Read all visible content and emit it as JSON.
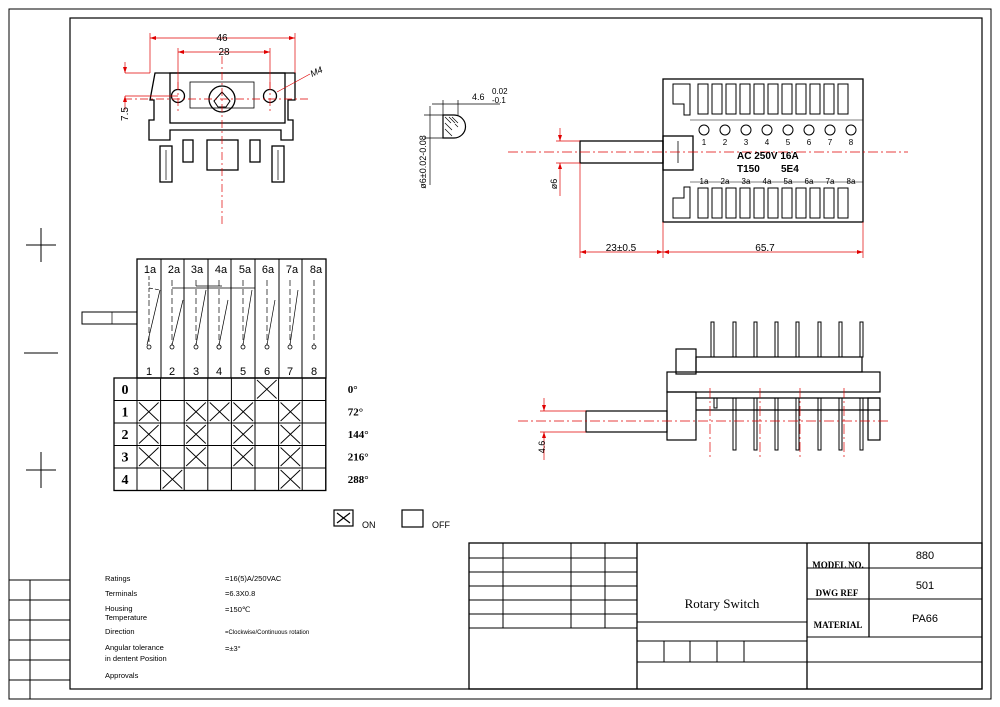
{
  "dims": {
    "width_46": "46",
    "width_28": "28",
    "height_7_5": "7.5",
    "thread_m4": "M4",
    "shaft_flat": "4.6",
    "shaft_flat_tol_up": "0.02",
    "shaft_flat_tol_down": "-0.1",
    "shaft_dia_vertical": "ø6±0.02-0.08",
    "shaft_dia_side": "ø6",
    "shaft_len": "23±0.5",
    "body_len": "65.7",
    "shaft_flat_side": "4.6"
  },
  "side_view": {
    "pin_numbers": [
      "1",
      "2",
      "3",
      "4",
      "5",
      "6",
      "7",
      "8"
    ],
    "pin_letters": [
      "1a",
      "2a",
      "3a",
      "4a",
      "5a",
      "6a",
      "7a",
      "8a"
    ],
    "rating_line1": "AC 250V 16A",
    "rating_line2_a": "T150",
    "rating_line2_b": "5E4"
  },
  "schematic": {
    "top_labels": [
      "1a",
      "2a",
      "3a",
      "4a",
      "5a",
      "6a",
      "7a",
      "8a"
    ],
    "bottom_labels": [
      "1",
      "2",
      "3",
      "4",
      "5",
      "6",
      "7",
      "8"
    ]
  },
  "table": {
    "positions": [
      "0",
      "1",
      "2",
      "3",
      "4"
    ],
    "angles": [
      "0°",
      "72°",
      "144°",
      "216°",
      "288°"
    ],
    "states": [
      [
        0,
        0,
        0,
        0,
        0,
        1,
        0,
        0
      ],
      [
        1,
        0,
        1,
        1,
        1,
        0,
        1,
        0
      ],
      [
        1,
        0,
        1,
        0,
        1,
        0,
        1,
        0
      ],
      [
        1,
        0,
        1,
        0,
        1,
        0,
        1,
        0
      ],
      [
        0,
        1,
        0,
        0,
        0,
        0,
        1,
        0
      ]
    ]
  },
  "legend": {
    "on_label": "ON",
    "off_label": "OFF"
  },
  "specs": [
    {
      "label": "Ratings",
      "value": "=16(5)A/250VAC"
    },
    {
      "label": "Terminals",
      "value": "=6.3X0.8"
    },
    {
      "label": "Housing\nTemperature",
      "value": "=150℃"
    },
    {
      "label": "Direction",
      "value": "=Clockwise/Continuous rotation"
    },
    {
      "label": "Angular tolerance\nin dentent Position",
      "value": "=±3°"
    },
    {
      "label": "Approvals",
      "value": ""
    }
  ],
  "title_block": {
    "title": "Rotary Switch",
    "model_label": "MODEL NO.",
    "model_value": "880",
    "dwg_label": "DWG REF",
    "dwg_value": "501",
    "material_label": "MATERIAL",
    "material_value": "PA66"
  }
}
